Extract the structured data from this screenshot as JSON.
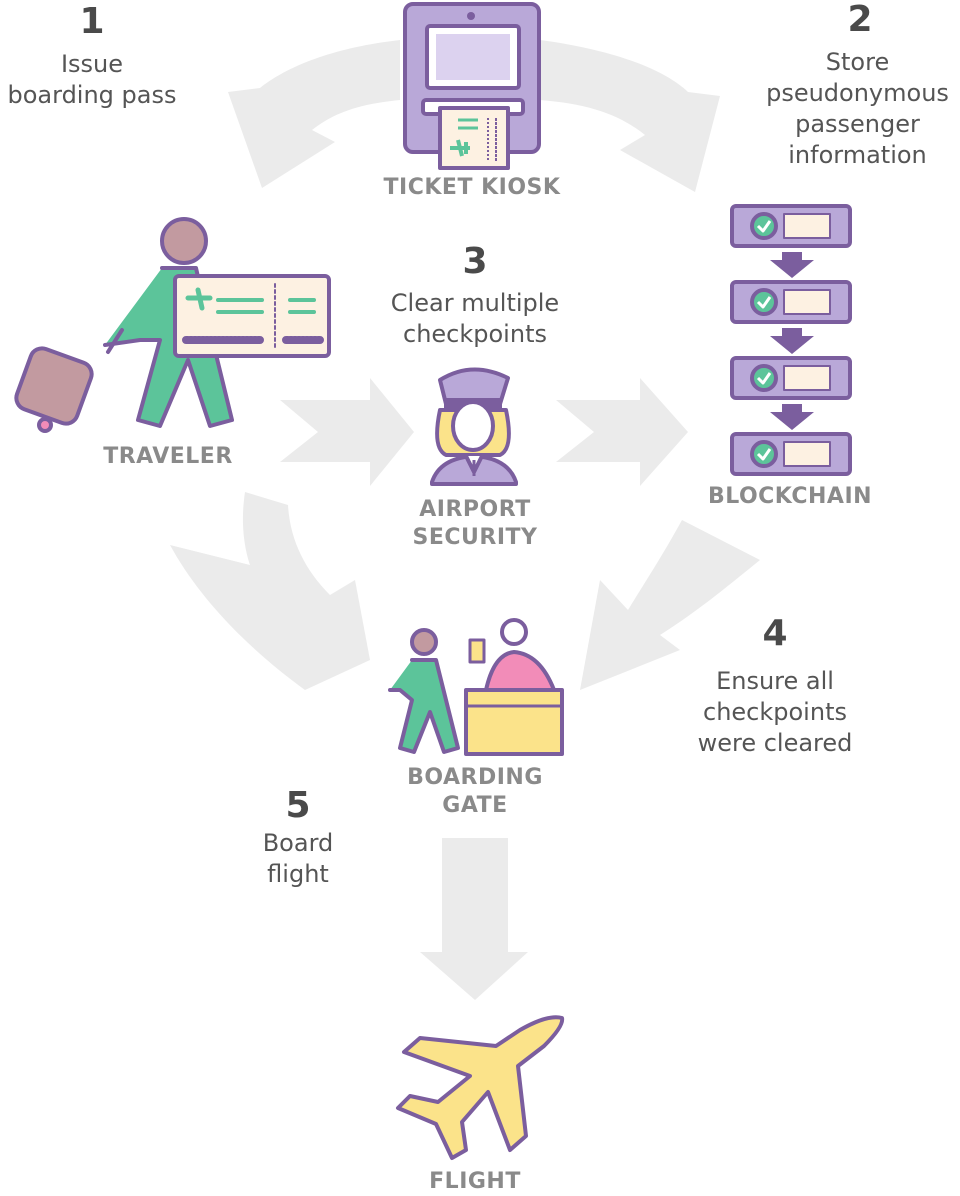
{
  "steps": [
    {
      "number": "1",
      "text": "Issue\nboarding pass"
    },
    {
      "number": "2",
      "text": "Store\npseudonymous\npassenger\ninformation"
    },
    {
      "number": "3",
      "text": "Clear multiple\ncheckpoints"
    },
    {
      "number": "4",
      "text": "Ensure all\ncheckpoints\nwere cleared"
    },
    {
      "number": "5",
      "text": "Board\nflight"
    }
  ],
  "nodes": {
    "kiosk": "TICKET KIOSK",
    "traveler": "TRAVELER",
    "security": "AIRPORT\nSECURITY",
    "blockchain": "BLOCKCHAIN",
    "gate": "BOARDING\nGATE",
    "flight": "FLIGHT"
  },
  "colors": {
    "arrow": "#ebebeb",
    "outline": "#7b5e9e",
    "purple_light": "#b9a8d8",
    "green": "#5cc49a",
    "pink": "#f28cb8",
    "yellow": "#fbe38a",
    "ticket": "#fdf1e2",
    "skin": "#f6d8c0",
    "label": "#8a8a8a"
  }
}
